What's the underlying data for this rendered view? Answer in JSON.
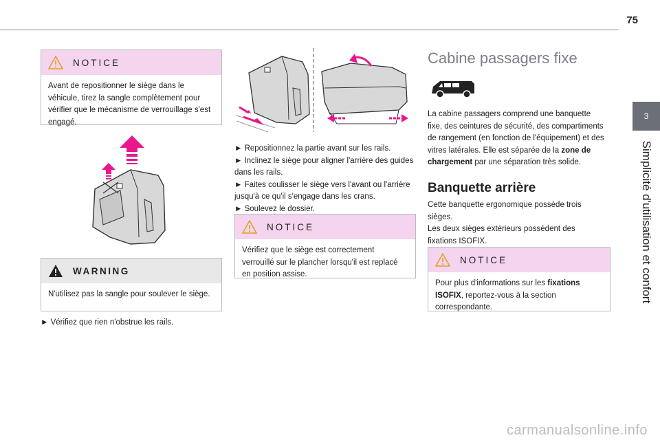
{
  "page_number": "75",
  "chapter": {
    "number": "3",
    "title": "Simplicité d'utilisation et confort"
  },
  "col1": {
    "notice1": {
      "title": "NOTICE",
      "text": "Avant de repositionner le siège dans le véhicule, tirez la sangle complètement pour vérifier que le mécanisme de verrouillage s'est engagé."
    },
    "warning": {
      "title": "WARNING",
      "text": "N'utilisez pas la sangle pour soulever le siège."
    },
    "bullet": "►  Vérifiez que rien n'obstrue les rails."
  },
  "col2": {
    "bullets": [
      "►  Repositionnez la partie avant sur les rails.",
      "►  Inclinez le siège pour aligner l'arrière des guides dans les rails.",
      "►  Faites coulisser le siège vers l'avant ou l'arrière jusqu'à ce qu'il s'engage dans les crans.",
      "►  Soulevez le dossier."
    ],
    "notice2": {
      "title": "NOTICE",
      "text": "Vérifiez que le siège est correctement verrouillé sur le plancher lorsqu'il est replacé en position assise."
    }
  },
  "col3": {
    "heading": "Cabine passagers fixe",
    "para1_a": "La cabine passagers comprend une banquette fixe, des ceintures de sécurité, des compartiments de rangement (en fonction de l'équipement) et des vitres latérales. Elle est séparée de la ",
    "para1_bold": "zone de chargement",
    "para1_b": " par une séparation très solide.",
    "subheading": "Banquette arrière",
    "para2_line1": "Cette banquette ergonomique possède trois sièges.",
    "para2_line2": "Les deux sièges extérieurs possèdent des fixations ISOFIX.",
    "notice3": {
      "title": "NOTICE",
      "text_a": "Pour plus d'informations sur les ",
      "text_bold": "fixations ISOFIX",
      "text_b": ", reportez-vous à la section correspondante."
    }
  },
  "watermark": "carmanualsonline.info",
  "colors": {
    "notice_bg": "#f4d4ee",
    "warning_bg": "#e8e8e8",
    "tab_bg": "#6a6f78",
    "arrow_pink": "#e8188c"
  }
}
